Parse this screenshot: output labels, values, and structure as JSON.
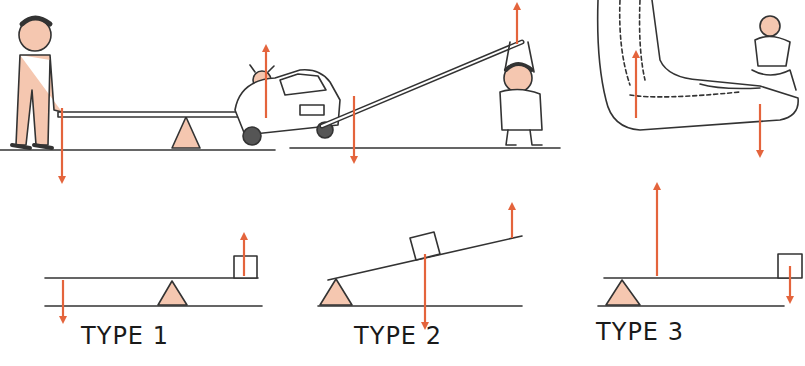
{
  "diagram": {
    "labels": [
      "TYPE 1",
      "TYPE 2",
      "TYPE 3"
    ]
  }
}
